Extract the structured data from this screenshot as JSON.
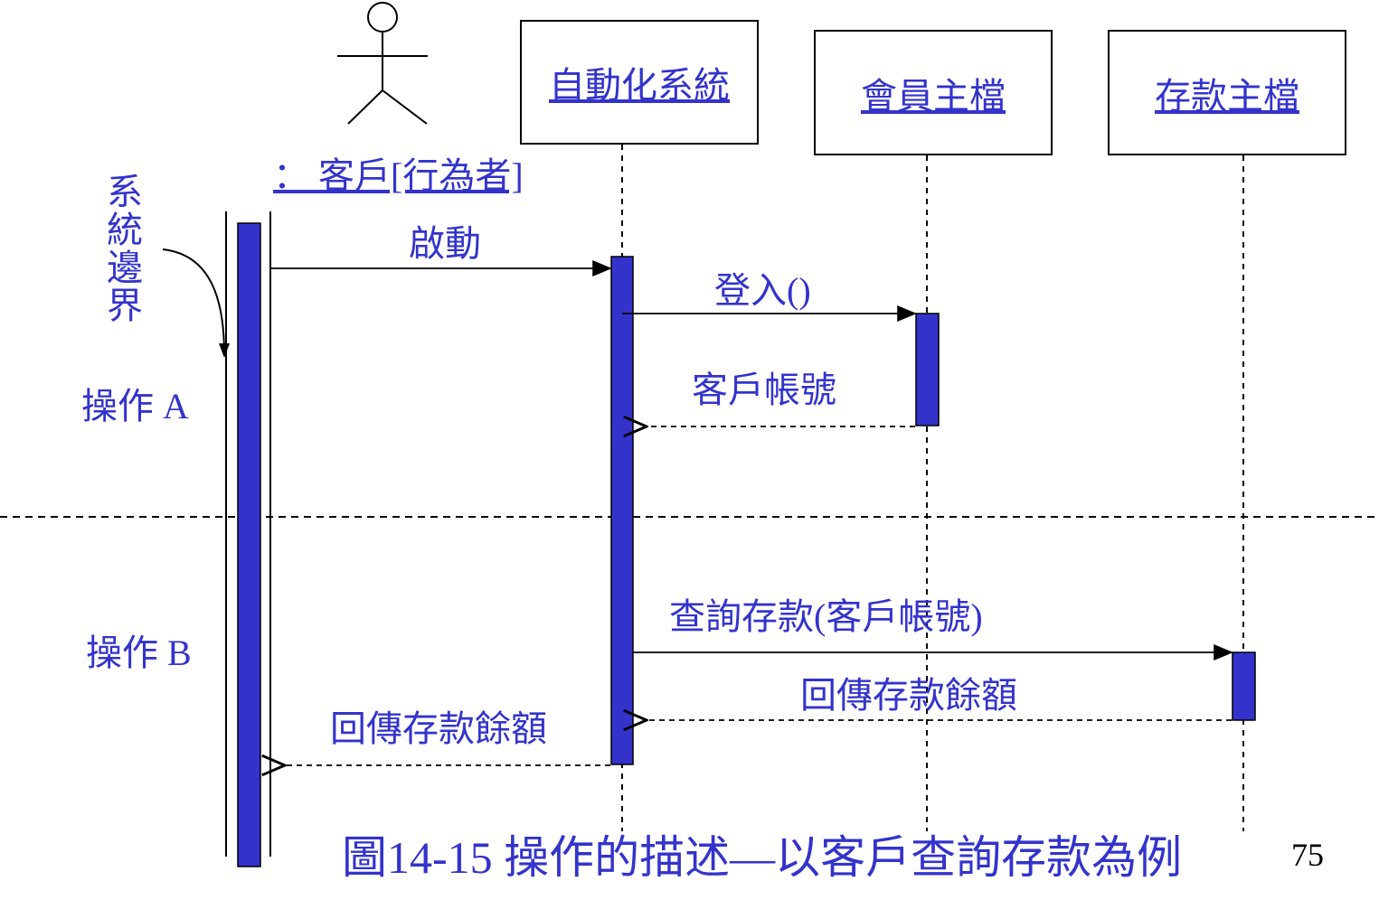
{
  "actor": {
    "label": "： 客戶[行為者]"
  },
  "objects": [
    {
      "id": "system",
      "label": "自動化系統"
    },
    {
      "id": "member",
      "label": "會員主檔"
    },
    {
      "id": "deposit",
      "label": "存款主檔"
    }
  ],
  "boundary_label": "系統邊界",
  "operations": {
    "a": "操作 A",
    "b": "操作 B"
  },
  "messages": {
    "start": "啟動",
    "login": "登入()",
    "account_no": "客戶帳號",
    "query": "查詢存款(客戶帳號)",
    "return_balance_1": "回傳存款餘額",
    "return_balance_2": "回傳存款餘額"
  },
  "caption": "圖14-15 操作的描述—以客戶查詢存款為例",
  "page_number": "75",
  "colors": {
    "activation": "#3333cc",
    "text": "#3333cc",
    "line": "#000000"
  }
}
